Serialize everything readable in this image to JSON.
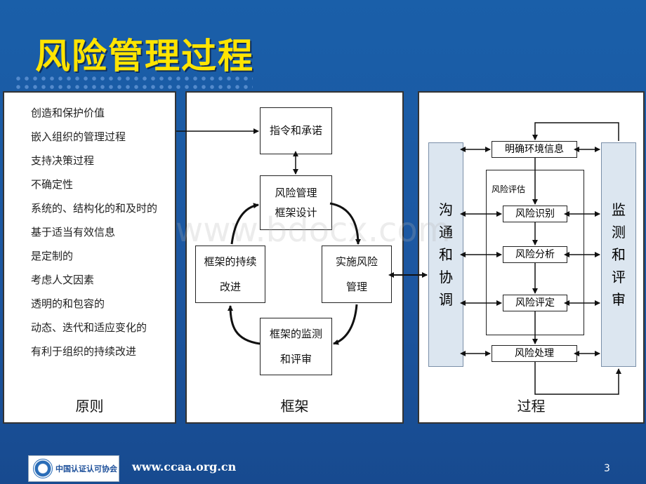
{
  "title": "风险管理过程",
  "principles": {
    "label": "原则",
    "items": [
      "创造和保护价值",
      "嵌入组织的管理过程",
      "支持决策过程",
      "不确定性",
      "系统的、结构化的和及时的",
      "基于适当有效信息",
      "是定制的",
      "考虑人文因素",
      "透明的和包容的",
      "动态、迭代和适应变化的",
      "有利于组织的持续改进"
    ]
  },
  "framework": {
    "label": "框架",
    "mandate": "指令和承诺",
    "design": [
      "风险管理",
      "框架设计"
    ],
    "implement": [
      "实施风险",
      "管理"
    ],
    "monitor": [
      "框架的监测",
      "和评审"
    ],
    "improve": [
      "框架的持续",
      "改进"
    ]
  },
  "process": {
    "label": "过程",
    "communicate": [
      "沟",
      "通",
      "和",
      "协",
      "调"
    ],
    "monitor": [
      "监",
      "测",
      "和",
      "评",
      "审"
    ],
    "context": "明确环境信息",
    "assessment_label": "风险评估",
    "identify": "风险识别",
    "analyze": "风险分析",
    "evaluate": "风险评定",
    "treat": "风险处理"
  },
  "watermark": "www.bdocx.com",
  "footer": {
    "logo_text": "中国认证认可协会",
    "url": "www.ccaa.org.cn",
    "page": "3"
  }
}
